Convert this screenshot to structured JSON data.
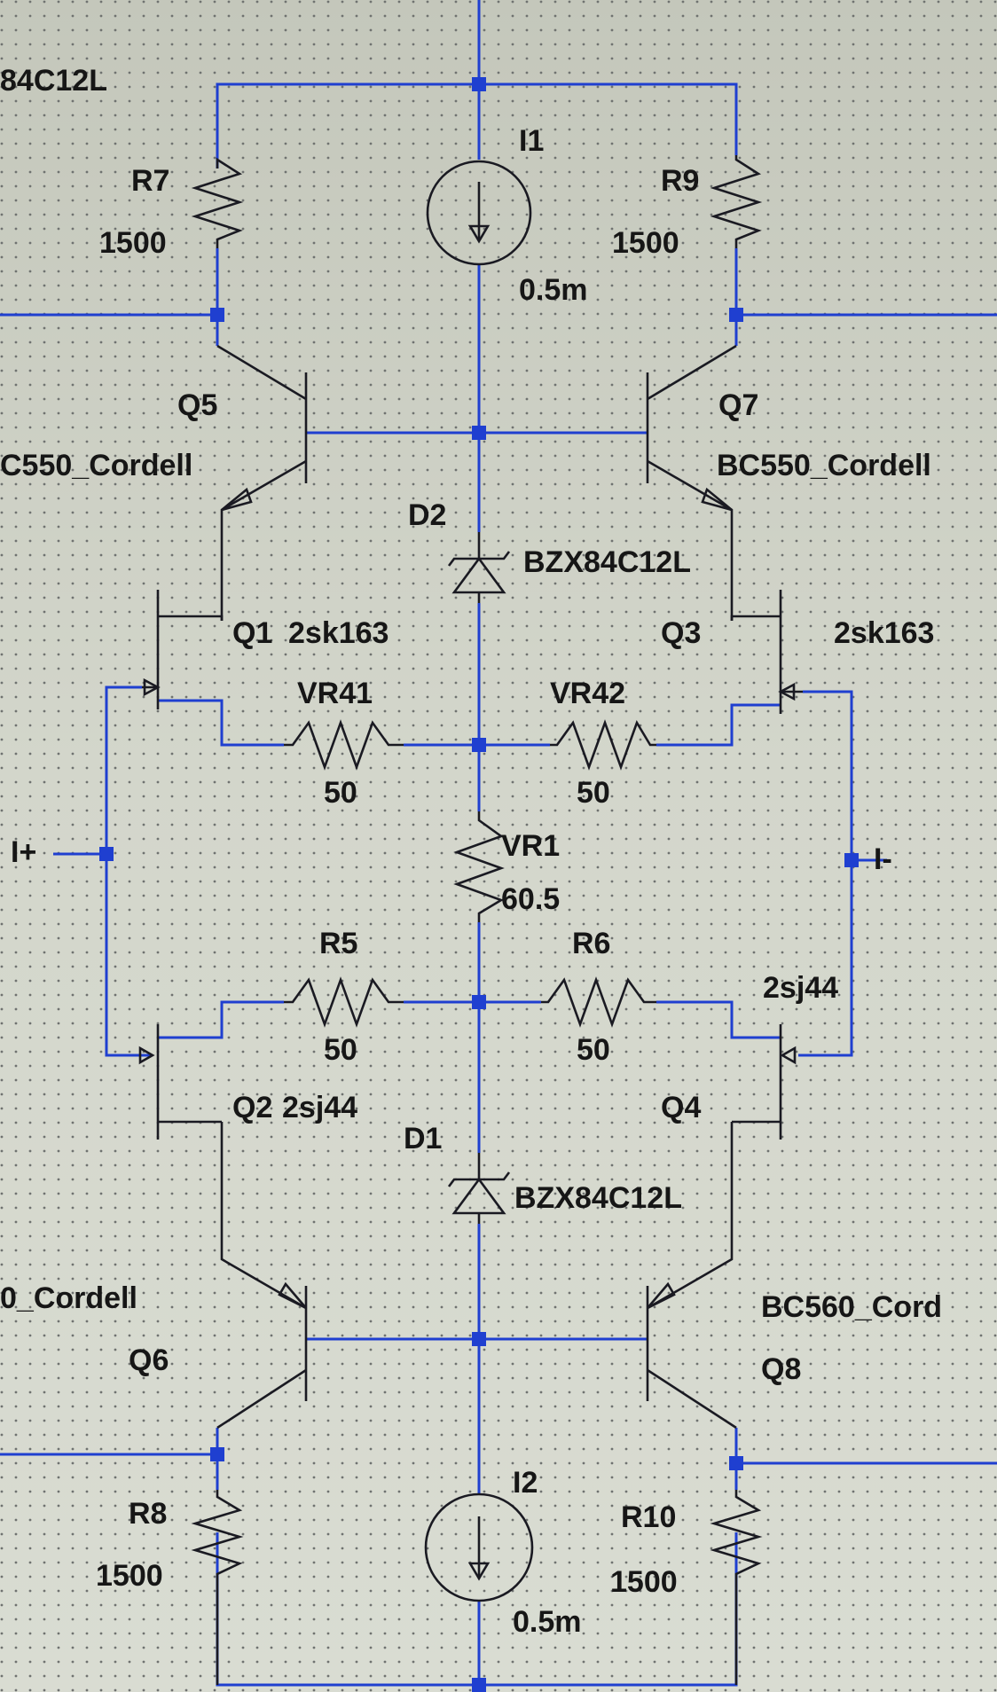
{
  "schematic": {
    "net_labels": {
      "top_left": "84C12L",
      "i_plus": "I+",
      "i_minus": "I-"
    },
    "components": {
      "R7": {
        "name": "R7",
        "value": "1500"
      },
      "R9": {
        "name": "R9",
        "value": "1500"
      },
      "R8": {
        "name": "R8",
        "value": "1500"
      },
      "R10": {
        "name": "R10",
        "value": "1500"
      },
      "R5": {
        "name": "R5",
        "value": "50"
      },
      "R6": {
        "name": "R6",
        "value": "50"
      },
      "VR41": {
        "name": "VR41",
        "value": "50"
      },
      "VR42": {
        "name": "VR42",
        "value": "50"
      },
      "VR1": {
        "name": "VR1",
        "value": "60.5"
      },
      "I1": {
        "name": "I1",
        "value": "0.5m"
      },
      "I2": {
        "name": "I2",
        "value": "0.5m"
      },
      "D1": {
        "name": "D1",
        "model": "BZX84C12L"
      },
      "D2": {
        "name": "D2",
        "model": "BZX84C12L"
      },
      "Q5": {
        "name": "Q5",
        "model": "C550_Cordell"
      },
      "Q7": {
        "name": "Q7",
        "model": "BC550_Cordell"
      },
      "Q6": {
        "name": "Q6",
        "model": "0_Cordell"
      },
      "Q8": {
        "name": "Q8",
        "model": "BC560_Cord"
      },
      "Q1": {
        "name": "Q1",
        "model": "2sk163"
      },
      "Q3": {
        "name": "Q3",
        "model": "2sk163"
      },
      "Q2": {
        "name": "Q2",
        "model": "2sj44"
      },
      "Q4": {
        "name": "Q4",
        "model": "2sj44"
      }
    },
    "colors": {
      "wire": "#1f3fd0",
      "component": "#1a1a22",
      "background": "#cfd2c6",
      "grid": "#6f7270"
    }
  }
}
